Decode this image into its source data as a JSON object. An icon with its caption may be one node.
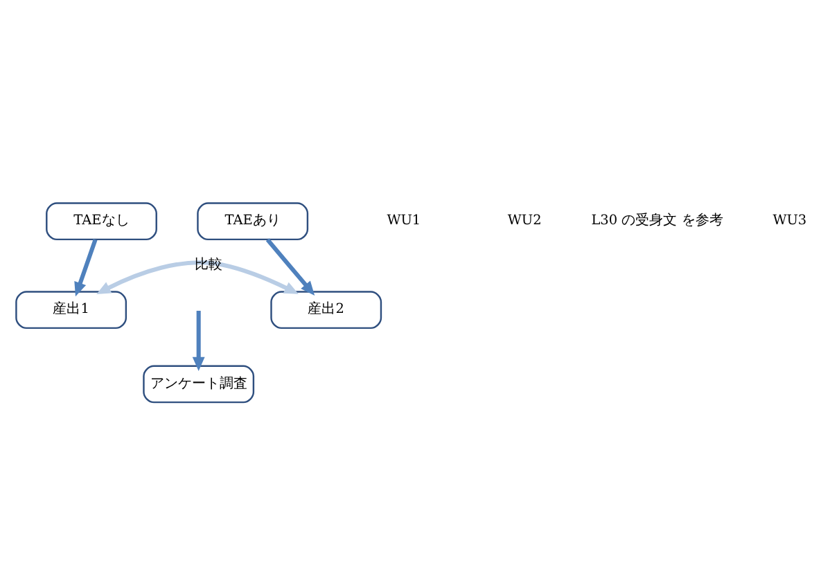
{
  "diagram": {
    "nodes": [
      {
        "text": [
          "TAEなし"
        ]
      },
      {
        "text": [
          "TAEあり"
        ]
      },
      {
        "text": [
          "産出1"
        ]
      },
      {
        "text": [
          "産出2"
        ]
      },
      {
        "text": [
          "アンケート調査"
        ]
      }
    ],
    "edges": [
      {
        "from": 0,
        "to": 2,
        "arrow": "to"
      },
      {
        "from": 1,
        "to": 3,
        "arrow": "to"
      },
      {
        "from": 2,
        "to": 3,
        "arrow": "both",
        "label": "比較",
        "color": "#b9cde5"
      },
      {
        "from": null,
        "to": 4,
        "arrow": "to"
      }
    ],
    "labels": [
      "L30 の受身文 を参考",
      "WU1",
      "WU2",
      "WU3"
    ]
  }
}
